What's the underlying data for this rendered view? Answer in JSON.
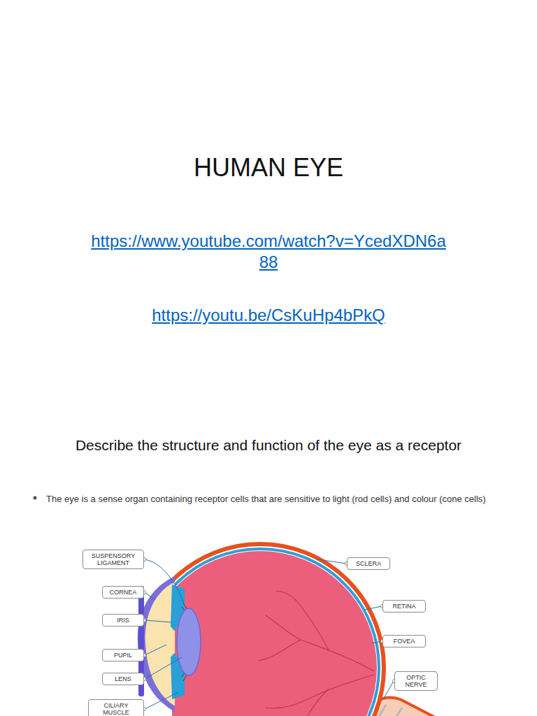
{
  "diagram": {
    "title": "HUMAN EYE",
    "nodes": [
      {
        "text": [
          "SUSPENSORY LIGAMENT"
        ]
      },
      {
        "text": [
          "CORNEA"
        ]
      },
      {
        "text": [
          "IRIS"
        ]
      },
      {
        "text": [
          "PUPIL"
        ]
      },
      {
        "text": [
          "LENS"
        ]
      },
      {
        "text": [
          "CILIARY MUSCLE"
        ]
      },
      {
        "text": [
          "SCLERA"
        ]
      },
      {
        "text": [
          "RETINA"
        ]
      },
      {
        "text": [
          "FOVEA"
        ]
      },
      {
        "text": [
          "OPTIC NERVE"
        ]
      }
    ],
    "labels": [
      "https://www.youtube.com/watch?v=YcedXDN6a88",
      "https://youtu.be/CsKuHp4bPkQ",
      "Describe the structure and function of the eye as a receptor",
      "The eye is a sense organ containing receptor cells that are sensitive to light (rod cells) and colour (cone cells)"
    ]
  }
}
